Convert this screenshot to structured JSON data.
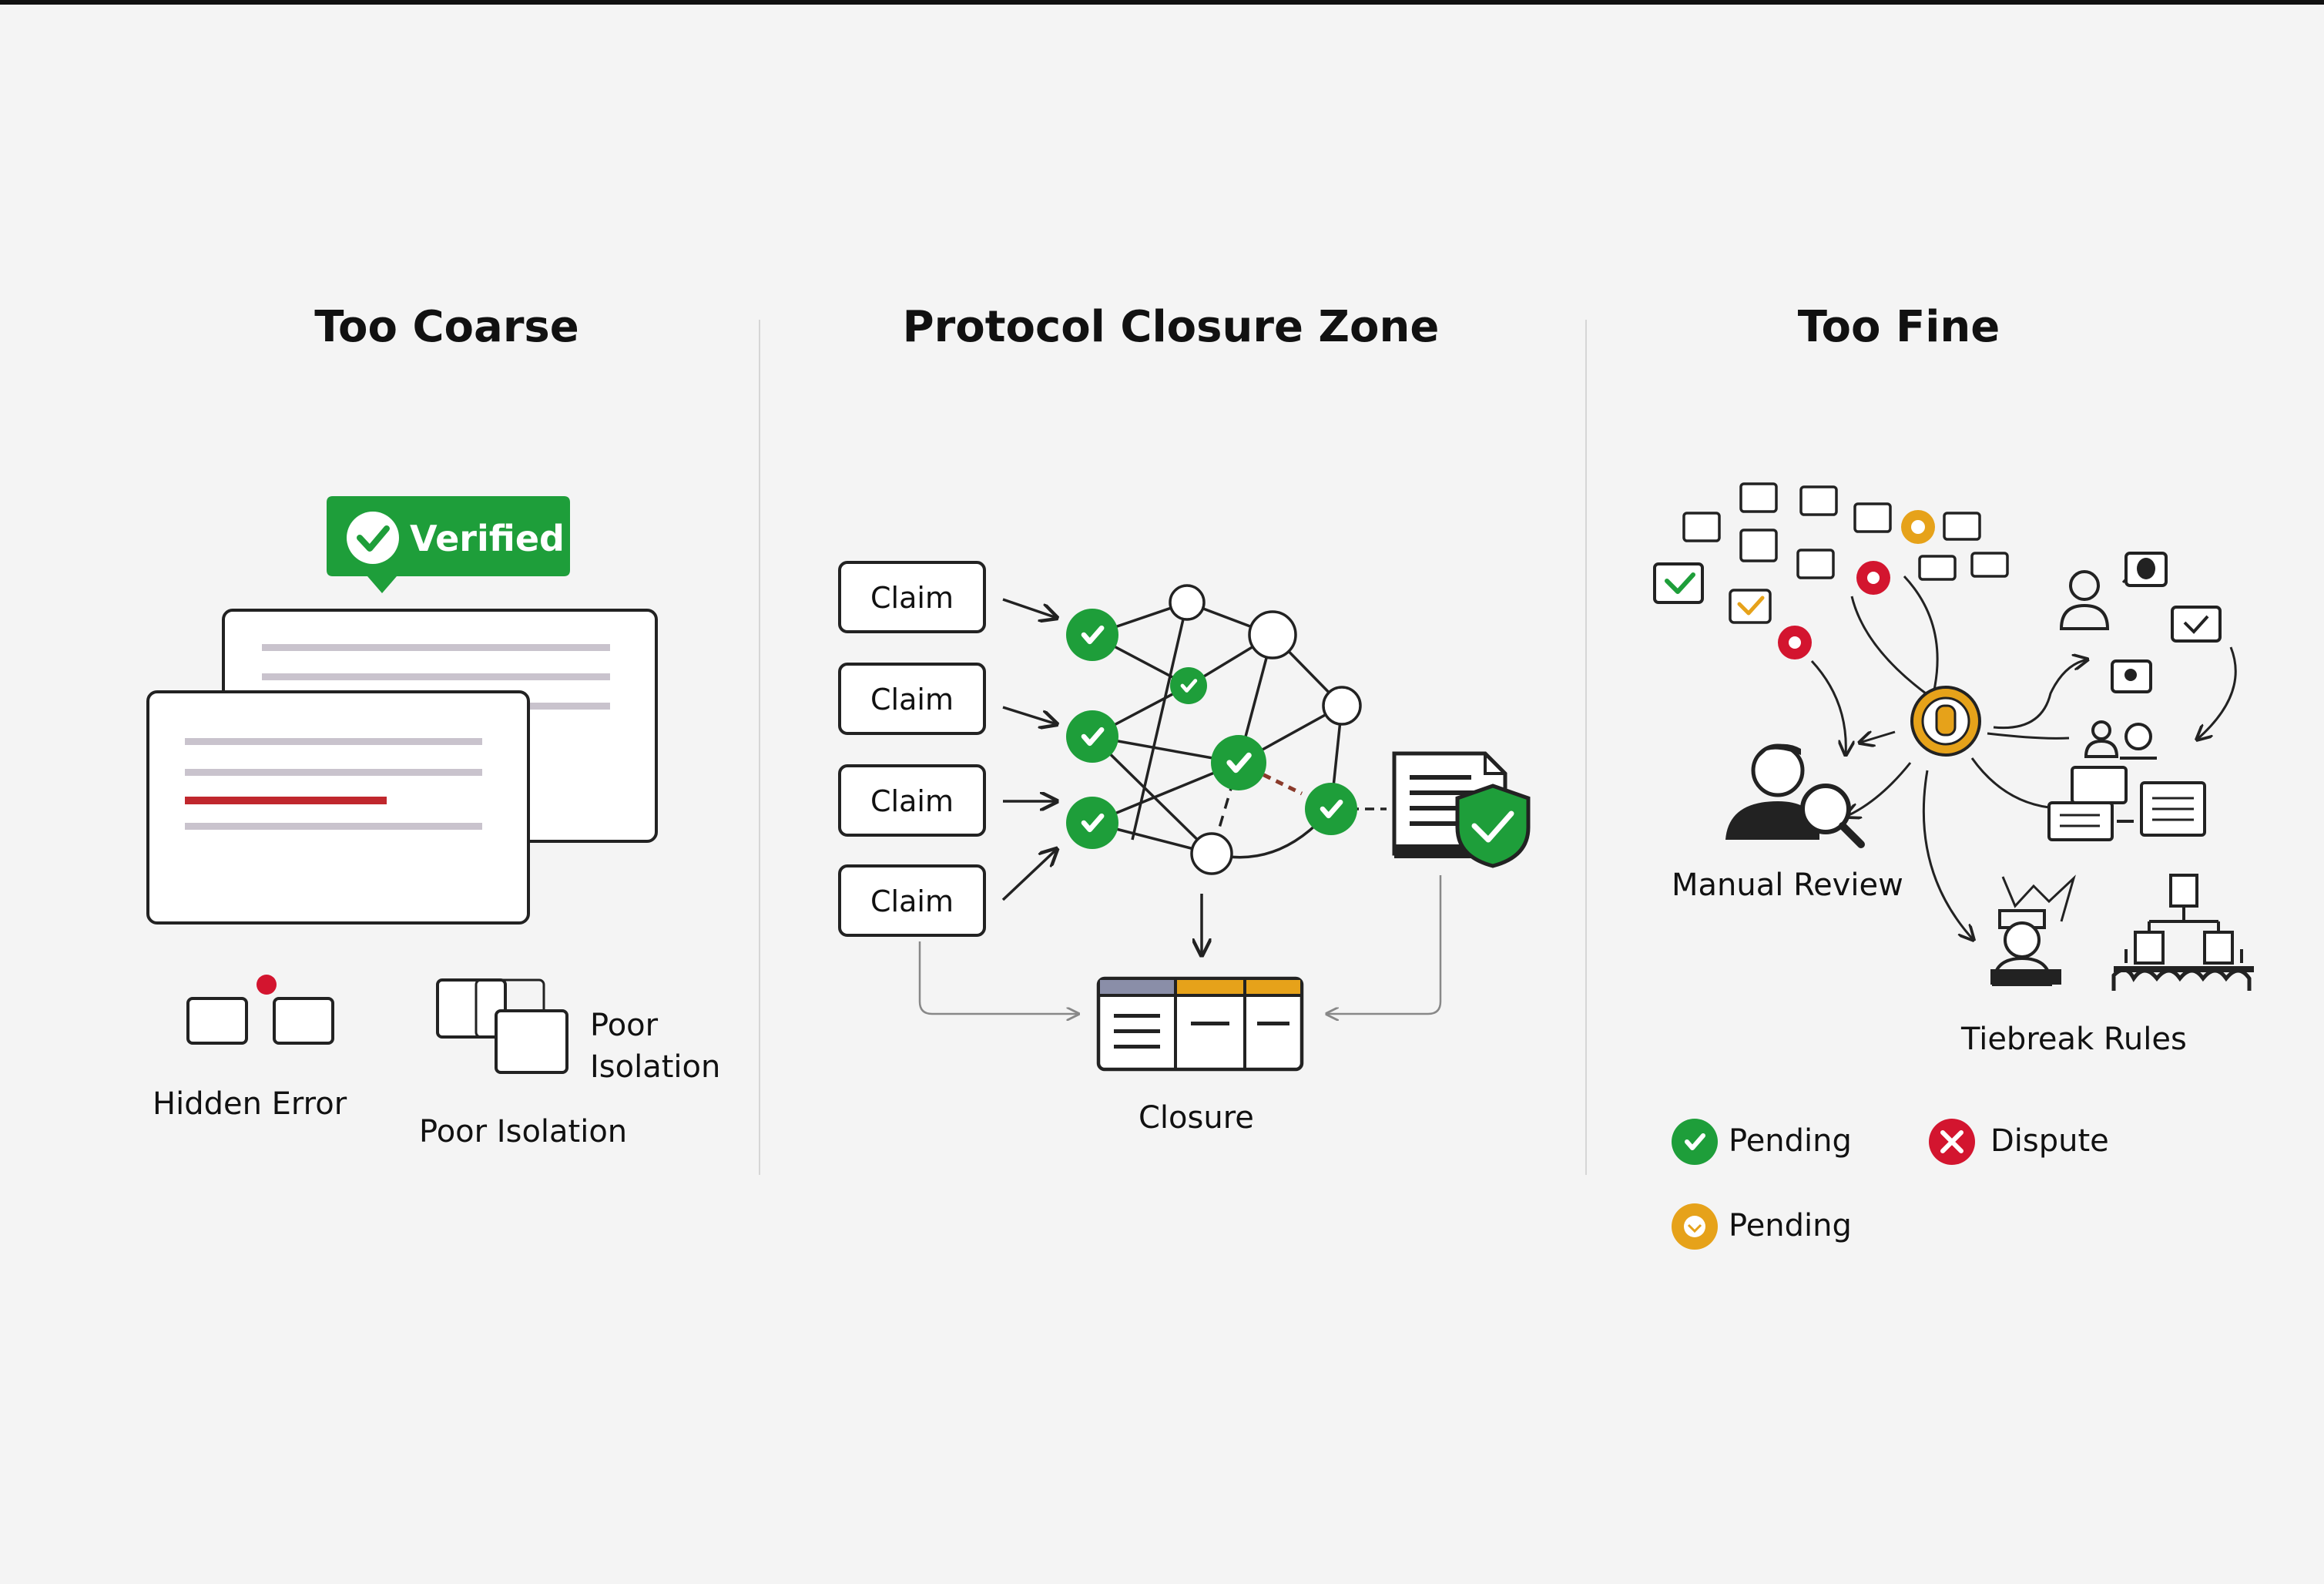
{
  "panels": {
    "coarse": {
      "title": "Too Coarse",
      "badge": "Verified",
      "hidden_error_label": "Hidden Error",
      "poor_isolation_side_line1": "Poor",
      "poor_isolation_side_line2": "Isolation",
      "poor_isolation_label": "Poor Isolation"
    },
    "protocol": {
      "title": "Protocol  Closure Zone",
      "claims": [
        "Claim",
        "Claim",
        "Claim",
        "Claim"
      ],
      "closure_label": "Closure"
    },
    "fine": {
      "title": "Too Fine",
      "manual_review_label": "Manual Review",
      "tiebreak_label": "Tiebreak Rules",
      "legend": [
        {
          "status": "pending-green",
          "label": "Pending"
        },
        {
          "status": "dispute-red",
          "label": "Dispute"
        },
        {
          "status": "pending-orange",
          "label": "Pending"
        }
      ]
    }
  },
  "colors": {
    "green": "#1e9e3a",
    "red": "#d3152f",
    "orange": "#e6a21a",
    "error_line": "#c0272d",
    "text_line": "#c9c3cd"
  },
  "icons": [
    "check-circle-icon",
    "document-icon",
    "shield-check-icon",
    "person-search-icon",
    "lock-token-icon",
    "judge-icon",
    "org-chart-icon",
    "x-circle-icon",
    "heart-circle-icon",
    "table-icon"
  ]
}
